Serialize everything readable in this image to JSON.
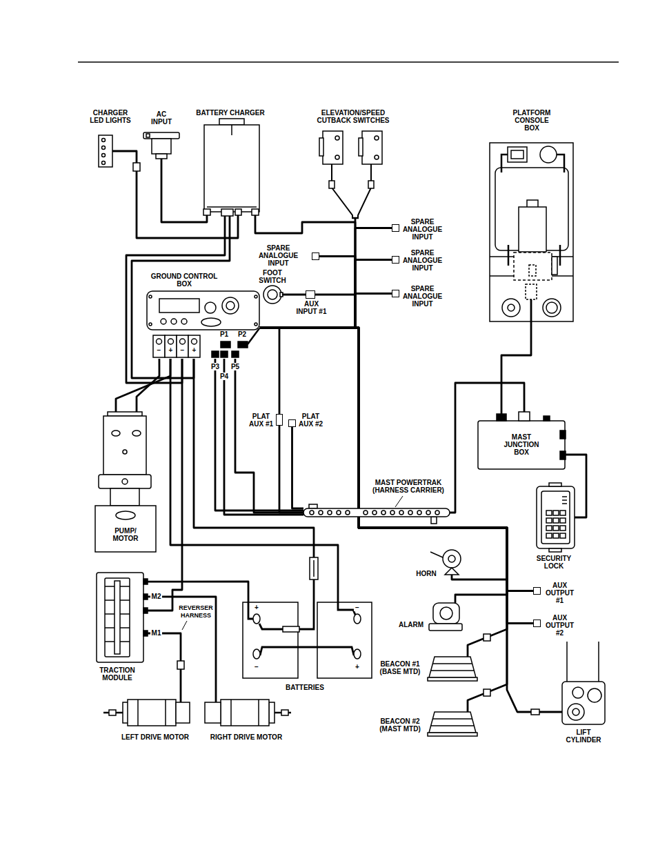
{
  "diagram": {
    "nodes": [
      {
        "text": [
          "CHARGER LED LIGHTS"
        ]
      },
      {
        "text": [
          "AC INPUT"
        ]
      },
      {
        "text": [
          "BATTERY CHARGER"
        ]
      },
      {
        "text": [
          "ELEVATION/SPEED CUTBACK SWITCHES"
        ]
      },
      {
        "text": [
          "PLATFORM CONSOLE BOX"
        ]
      },
      {
        "text": [
          "SPARE ANALOGUE INPUT"
        ]
      },
      {
        "text": [
          "SPARE ANALOGUE INPUT"
        ]
      },
      {
        "text": [
          "SPARE ANALOGUE INPUT"
        ]
      },
      {
        "text": [
          "GROUND CONTROL BOX"
        ]
      },
      {
        "text": [
          "FOOT SWITCH"
        ]
      },
      {
        "text": [
          "AUX INPUT #1"
        ]
      },
      {
        "text": [
          "SPARE ANALOGUE INPUT"
        ]
      },
      {
        "text": [
          "PLAT AUX #1"
        ]
      },
      {
        "text": [
          "PLAT AUX #2"
        ]
      },
      {
        "text": [
          "PUMP/ MOTOR"
        ]
      },
      {
        "text": [
          "MAST JUNCTION BOX"
        ]
      },
      {
        "text": [
          "MAST POWERTRAK (HARNESS CARRIER)"
        ]
      },
      {
        "text": [
          "SECURITY LOCK"
        ]
      },
      {
        "text": [
          "HORN"
        ]
      },
      {
        "text": [
          "AUX OUTPUT #1"
        ]
      },
      {
        "text": [
          "TRACTION MODULE"
        ]
      },
      {
        "text": [
          "ALARM"
        ]
      },
      {
        "text": [
          "AUX OUTPUT #2"
        ]
      },
      {
        "text": [
          "BATTERIES"
        ]
      },
      {
        "text": [
          "BEACON #1 (BASE MTD)"
        ]
      },
      {
        "text": [
          "BEACON #2 (MAST MTD)"
        ]
      },
      {
        "text": [
          "LIFT CYLINDER"
        ]
      },
      {
        "text": [
          "LEFT DRIVE MOTOR"
        ]
      },
      {
        "text": [
          "RIGHT DRIVE MOTOR"
        ]
      }
    ],
    "edges": [
      {
        "from": 0,
        "to": 2,
        "arrow": "none"
      },
      {
        "from": 1,
        "to": 2,
        "arrow": "none"
      },
      {
        "from": 2,
        "to": 8,
        "arrow": "none"
      },
      {
        "from": 2,
        "to": 8,
        "arrow": "none"
      },
      {
        "from": 2,
        "to": 8,
        "arrow": "none"
      },
      {
        "from": 3,
        "to": 8,
        "arrow": "none"
      },
      {
        "from": 5,
        "to": 8,
        "arrow": "none"
      },
      {
        "from": 6,
        "to": 8,
        "arrow": "none"
      },
      {
        "from": 7,
        "to": 8,
        "arrow": "none"
      },
      {
        "from": 9,
        "to": 10,
        "arrow": "none"
      },
      {
        "from": 10,
        "to": 8,
        "arrow": "none"
      },
      {
        "from": 11,
        "to": 8,
        "arrow": "none"
      },
      {
        "from": 8,
        "to": 12,
        "arrow": "none"
      },
      {
        "from": 12,
        "to": 16,
        "arrow": "none"
      },
      {
        "from": 13,
        "to": 16,
        "arrow": "none"
      },
      {
        "from": 8,
        "to": 16,
        "arrow": "none"
      },
      {
        "from": 8,
        "to": 16,
        "arrow": "none"
      },
      {
        "from": 8,
        "to": 16,
        "arrow": "none"
      },
      {
        "from": 16,
        "to": 15,
        "arrow": "none"
      },
      {
        "from": 4,
        "to": 15,
        "arrow": "none"
      },
      {
        "from": 15,
        "to": 17,
        "arrow": "none"
      },
      {
        "from": 8,
        "to": 18,
        "arrow": "none"
      },
      {
        "from": 8,
        "to": 19,
        "arrow": "none"
      },
      {
        "from": 8,
        "to": 21,
        "arrow": "none"
      },
      {
        "from": 8,
        "to": 22,
        "arrow": "none"
      },
      {
        "from": 8,
        "to": 24,
        "arrow": "none"
      },
      {
        "from": 8,
        "to": 25,
        "arrow": "none"
      },
      {
        "from": 8,
        "to": 26,
        "arrow": "none"
      },
      {
        "from": 8,
        "to": 14,
        "arrow": "none"
      },
      {
        "from": 8,
        "to": 14,
        "arrow": "none"
      },
      {
        "from": 8,
        "to": 23,
        "arrow": "none"
      },
      {
        "from": 8,
        "to": 23,
        "arrow": "none"
      },
      {
        "from": 8,
        "to": 20,
        "arrow": "none"
      },
      {
        "from": 20,
        "to": 23,
        "arrow": "none"
      },
      {
        "from": 20,
        "to": 28,
        "arrow": "none"
      },
      {
        "from": 20,
        "to": 27,
        "arrow": "none"
      }
    ],
    "labels": [
      "P1",
      "P2",
      "−",
      "+",
      "−",
      "+",
      "P3",
      "P5",
      "P4",
      "M2",
      "REVERSER HARNESS",
      "+",
      "−",
      "M1",
      "−",
      "+"
    ]
  }
}
